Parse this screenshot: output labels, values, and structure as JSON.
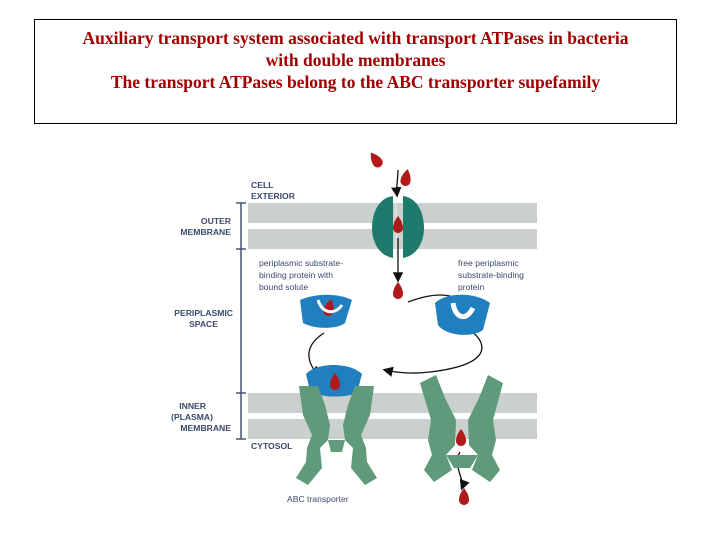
{
  "title": {
    "line1": "Auxiliary transport system associated with transport ATPases in bacteria",
    "line2": "with double membranes",
    "line3": "The transport ATPases belong to the ABC transporter supefamily"
  },
  "labels": {
    "cell_exterior_1": "CELL",
    "cell_exterior_2": "EXTERIOR",
    "outer_membrane_1": "OUTER",
    "outer_membrane_2": "MEMBRANE",
    "periplasmic_space_1": "PERIPLASMIC",
    "periplasmic_space_2": "SPACE",
    "inner_membrane_1": "INNER",
    "inner_membrane_2": "(PLASMA)",
    "inner_membrane_3": "MEMBRANE",
    "cytosol": "CYTOSOL",
    "bound_protein_1": "periplasmic substrate-",
    "bound_protein_2": "binding protein with",
    "bound_protein_3": "bound solute",
    "free_protein_1": "free periplasmic",
    "free_protein_2": "substrate-binding",
    "free_protein_3": "protein",
    "abc_transporter": "ABC transporter"
  },
  "colors": {
    "title_text": "#a00000",
    "membrane": "#c9d0cd",
    "porin": "#1f7a6e",
    "binding_protein": "#1f7fbf",
    "abc_transporter": "#5f9a7a",
    "solute": "#b11a1a",
    "label_text": "#3b4a6b"
  }
}
